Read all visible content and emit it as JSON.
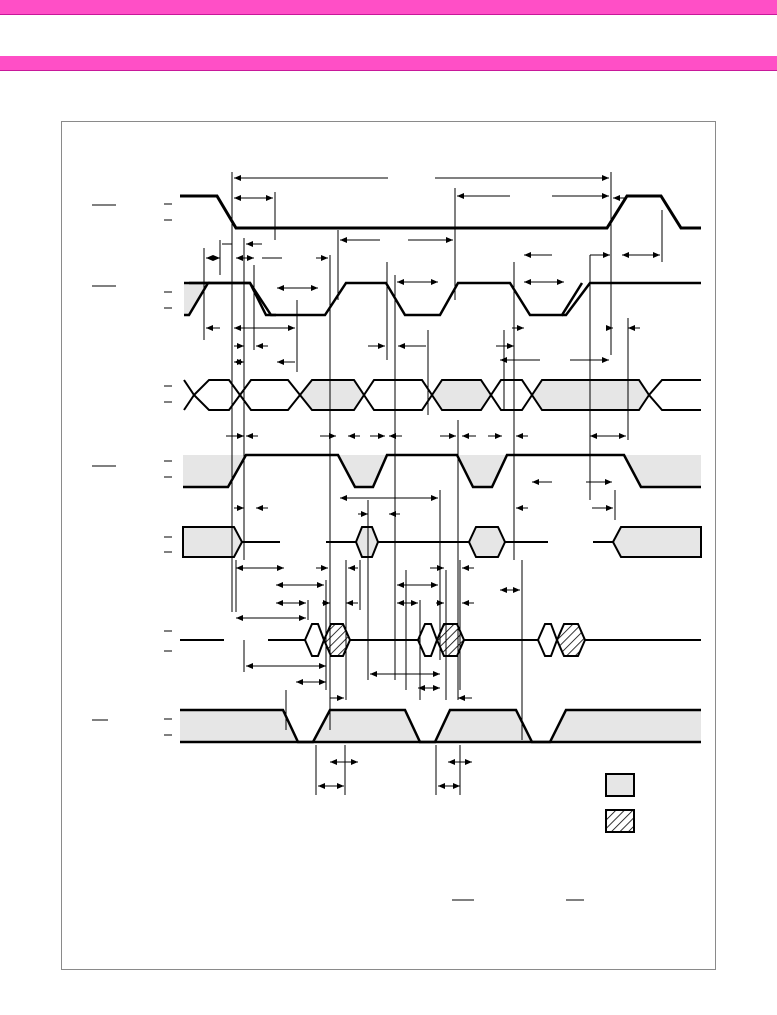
{
  "colors": {
    "band": "#ff4fc6",
    "band_edge": "#c8189a",
    "frame": "#8a8a8a",
    "signal": "#000000",
    "valid_fill": "#e6e6e6",
    "hatch_fill": "#ffffff"
  },
  "diagram": {
    "kind": "timing-diagram",
    "signal_count": 7,
    "legend_entries": [
      {
        "swatch": "shaded",
        "label": ""
      },
      {
        "swatch": "hatched",
        "label": ""
      }
    ]
  }
}
